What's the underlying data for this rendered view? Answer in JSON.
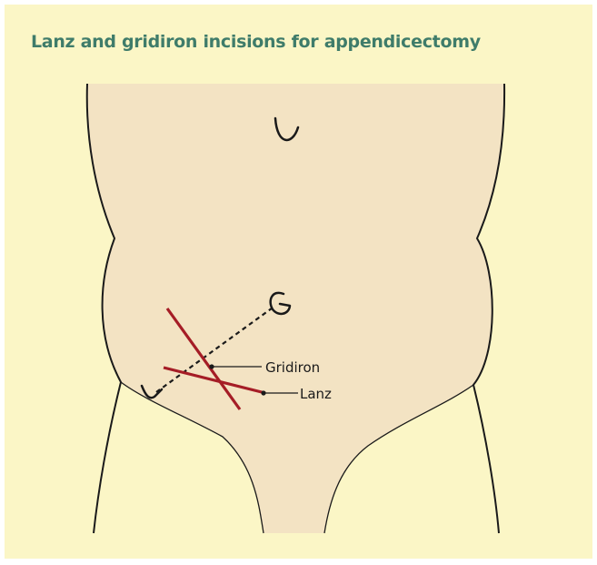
{
  "title": "Lanz and gridiron incisions for appendicectomy",
  "labels": {
    "gridiron": "Gridiron",
    "lanz": "Lanz"
  },
  "colors": {
    "background": "#fbf6c6",
    "skin": "#f3e3c3",
    "title": "#3f7c6a",
    "incision": "#a51d26",
    "outline": "#1a1a1a"
  },
  "landmarks": [
    "umbilicus",
    "anterior superior iliac spine",
    "right anterior superior iliac spine"
  ]
}
